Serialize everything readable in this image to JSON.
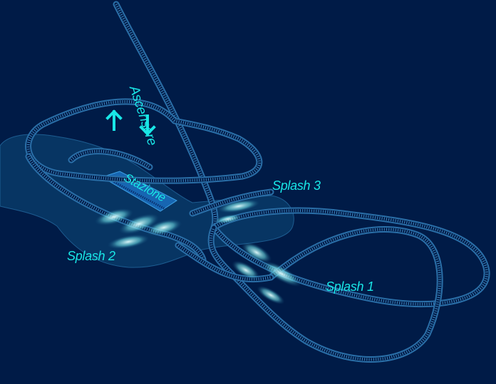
{
  "labels": {
    "ascensore": "Ascensore",
    "stazione": "Stazione",
    "splash1": "Splash 1",
    "splash2": "Splash 2",
    "splash3": "Splash 3"
  },
  "colors": {
    "background": "#001b47",
    "label": "#19e6e6",
    "track": "#2a6fa8",
    "water_area": "#0d4a7a",
    "station": "#1a6fc0",
    "spray": "#bff6ff"
  },
  "icons": [
    "arrow-up-icon",
    "arrow-down-icon"
  ]
}
